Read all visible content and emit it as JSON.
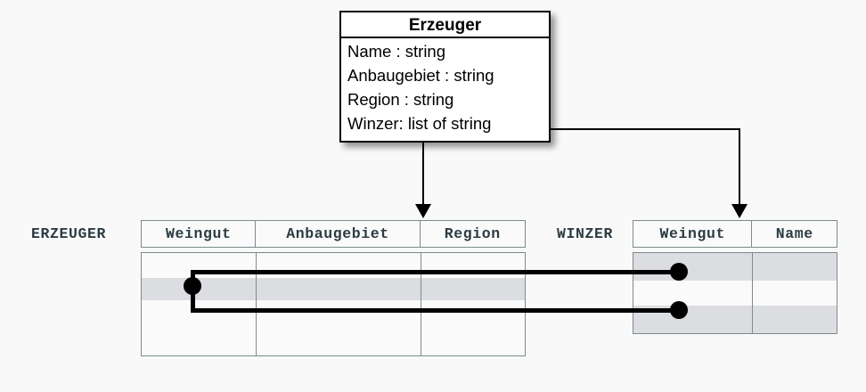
{
  "diagram": {
    "background_color": "#f9f9f9",
    "line_color": "#000000",
    "table_border_color": "#7b8b8f",
    "table_text_color": "#2c3c43",
    "row_highlight_color": "#dcdde1"
  },
  "uml_class": {
    "name": "Erzeuger",
    "attributes": [
      "Name : string",
      "Anbaugebiet : string",
      "Region : string",
      "Winzer: list of string"
    ]
  },
  "tables": [
    {
      "label": "ERZEUGER",
      "columns": [
        "Weingut",
        "Anbaugebiet",
        "Region"
      ],
      "rows": [
        {
          "cells": [
            "",
            "",
            ""
          ],
          "highlighted": false
        },
        {
          "cells": [
            "",
            "",
            ""
          ],
          "highlighted": true
        },
        {
          "cells": [
            "",
            "",
            ""
          ],
          "highlighted": false
        },
        {
          "cells": [
            "",
            "",
            ""
          ],
          "highlighted": false
        }
      ]
    },
    {
      "label": "WINZER",
      "columns": [
        "Weingut",
        "Name"
      ],
      "rows": [
        {
          "cells": [
            "",
            ""
          ],
          "highlighted": true
        },
        {
          "cells": [
            "",
            ""
          ],
          "highlighted": false
        },
        {
          "cells": [
            "",
            ""
          ],
          "highlighted": true
        }
      ]
    }
  ],
  "connectors": {
    "mapping_arrow_left": "Erzeuger class maps to ERZEUGER table",
    "mapping_arrow_right": "Winzer list attribute maps to WINZER table",
    "link_description": "One ERZEUGER row links to two WINZER rows"
  }
}
